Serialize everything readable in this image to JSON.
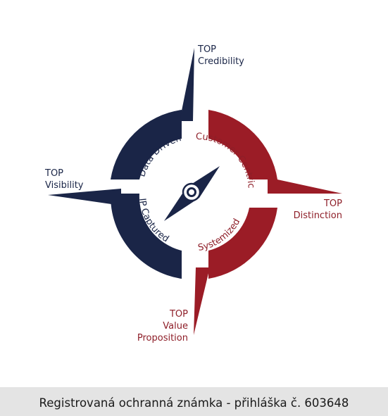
{
  "colors": {
    "navy": "#1a2547",
    "red": "#9b1c26"
  },
  "icons": {
    "needle": "compass-needle-icon",
    "hub": "compass-hub-icon"
  },
  "ring": {
    "data_driven": "Data Driven",
    "customer_centric": "Customer-Centric",
    "ip_captured": "IP Captured",
    "systemized": "Systemized"
  },
  "points": {
    "credibility": {
      "line1": "TOP",
      "line2": "Credibility"
    },
    "visibility": {
      "line1": "TOP",
      "line2": "Visibility"
    },
    "distinction": {
      "line1": "TOP",
      "line2": "Distinction"
    },
    "value": {
      "line1": "TOP",
      "line2": "Value",
      "line3": "Proposition"
    }
  },
  "footer": {
    "text": "Registrovaná ochranná známka - přihláška č. 603648"
  }
}
